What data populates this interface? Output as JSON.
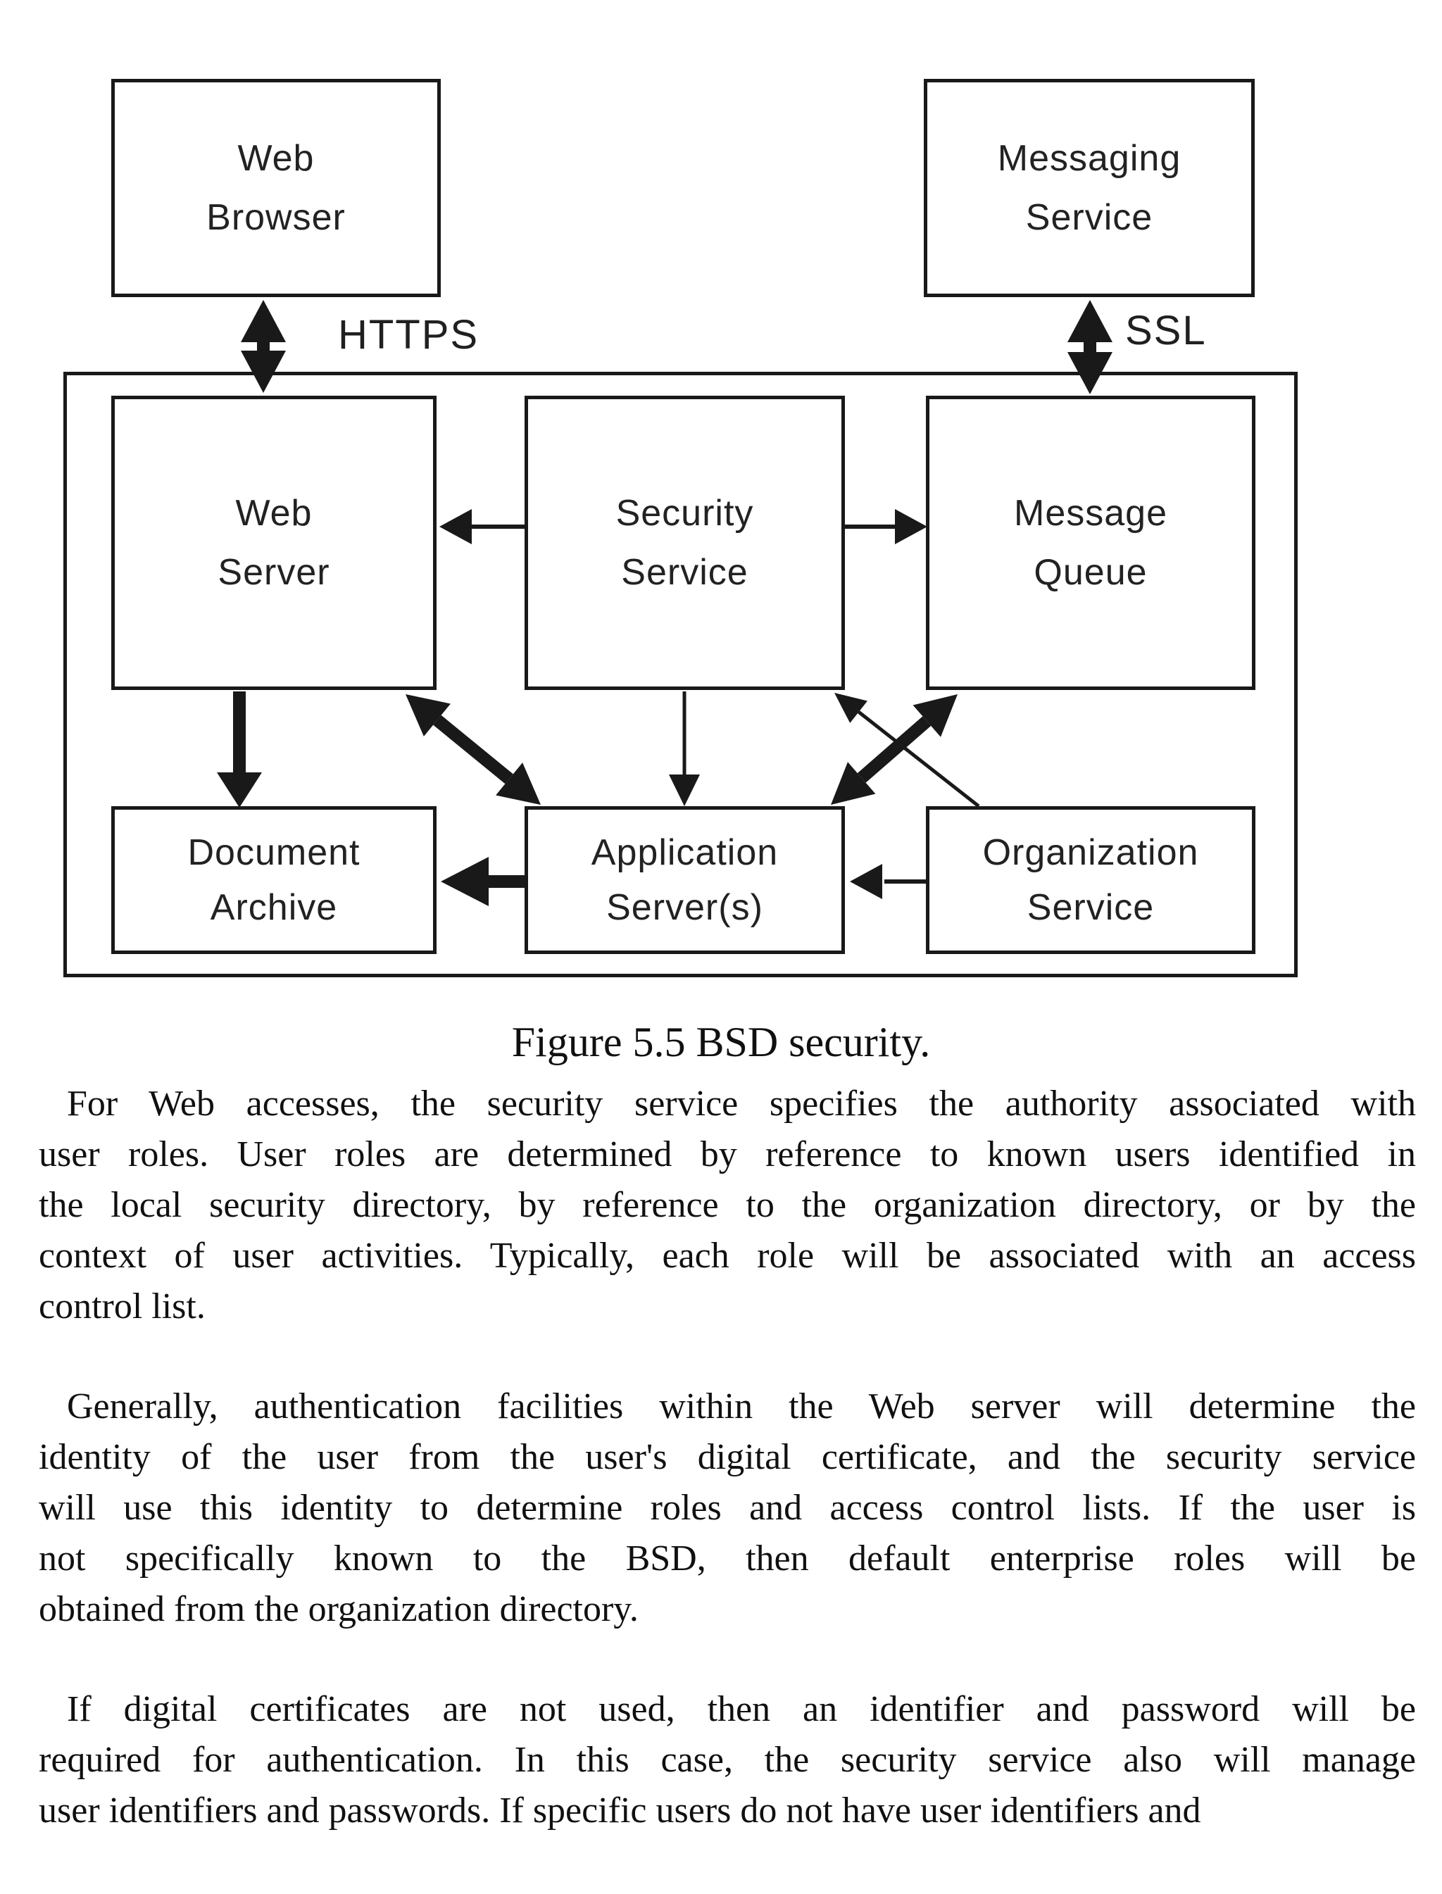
{
  "diagram": {
    "nodes": {
      "web_browser": {
        "line1": "Web",
        "line2": "Browser"
      },
      "messaging_service": {
        "line1": "Messaging",
        "line2": "Service"
      },
      "web_server": {
        "line1": "Web",
        "line2": "Server"
      },
      "security_service": {
        "line1": "Security",
        "line2": "Service"
      },
      "message_queue": {
        "line1": "Message",
        "line2": "Queue"
      },
      "document_archive": {
        "line1": "Document",
        "line2": "Archive"
      },
      "application_servers": {
        "line1": "Application",
        "line2": "Server(s)"
      },
      "organization_service": {
        "line1": "Organization",
        "line2": "Service"
      }
    },
    "edge_labels": {
      "https": "HTTPS",
      "ssl": "SSL"
    },
    "colors": {
      "ink": "#191919",
      "background": "#ffffff"
    }
  },
  "caption": "Figure 5.5 BSD security.",
  "paragraphs": [
    {
      "lines": [
        "For Web accesses, the security service specifies the authority associated with",
        "user roles. User roles are determined by reference to known users identified in",
        "the local security directory, by reference to the organization directory, or by the",
        "context of user activities. Typically, each role will be associated with an access",
        "control list."
      ]
    },
    {
      "lines": [
        "Generally, authentication facilities within the Web server will determine the",
        "identity of the user from the user's digital certificate, and the security service",
        "will use this identity to determine roles and access control lists. If the user is",
        "not specifically known to the BSD, then default enterprise roles will be",
        "obtained from the organization directory."
      ]
    },
    {
      "lines": [
        "If digital certificates are not used, then an identifier and password will be",
        "required for authentication. In this case, the security service also will manage",
        "user identifiers and passwords. If specific users do not have user identifiers and"
      ]
    }
  ]
}
